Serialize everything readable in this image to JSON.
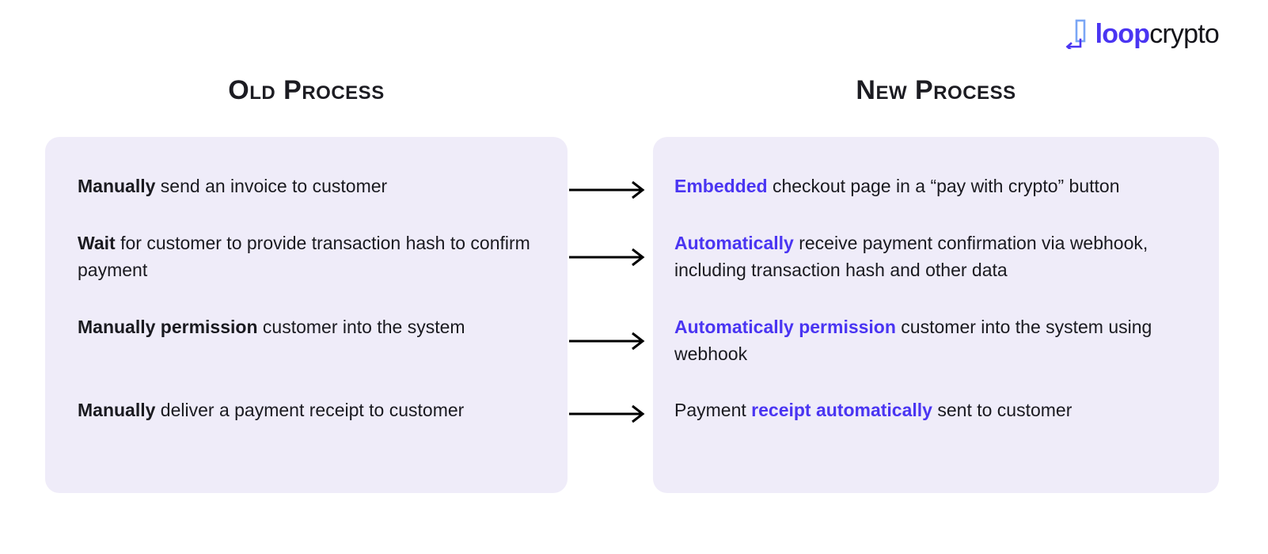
{
  "brand": {
    "icon_name": "loop-logo-mark",
    "name_part1": "loop",
    "name_part2": "crypto",
    "accent_color": "#4a35f2",
    "mark_bar_color": "#7aa6f5",
    "mark_hook_color": "#4a35f2"
  },
  "colors": {
    "card_background": "#efecf9",
    "page_background": "#ffffff",
    "text": "#1a1a20",
    "heading": "#1c1c22",
    "highlight": "#4a35f2",
    "arrow": "#000000"
  },
  "columns": {
    "old": {
      "title": "Old Process",
      "rows": [
        {
          "bold": "Manually",
          "rest": " send an invoice to customer"
        },
        {
          "bold": "Wait",
          "rest": " for customer to provide transaction hash to confirm payment"
        },
        {
          "bold": "Manually permission",
          "rest": " customer into the system"
        },
        {
          "bold": "Manually",
          "rest": " deliver a payment receipt to customer"
        }
      ]
    },
    "new": {
      "title": "New Process",
      "rows": [
        {
          "lead": "",
          "highlight": "Embedded",
          "rest": " checkout page in a “pay with crypto” button"
        },
        {
          "lead": "",
          "highlight": "Automatically",
          "rest": " receive payment confirmation via webhook, including transaction hash and other data"
        },
        {
          "lead": "",
          "highlight": "Automatically permission",
          "rest": " customer into the system using webhook"
        },
        {
          "lead": "Payment ",
          "highlight": "receipt automatically",
          "rest": " sent to customer"
        }
      ]
    }
  },
  "arrows": [
    {
      "name": "arrow-row-1"
    },
    {
      "name": "arrow-row-2"
    },
    {
      "name": "arrow-row-3"
    },
    {
      "name": "arrow-row-4"
    }
  ]
}
